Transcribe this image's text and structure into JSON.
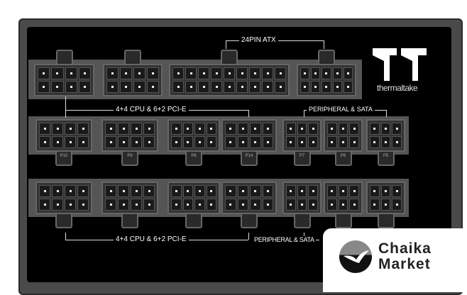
{
  "labels": {
    "atx": "24PIN ATX",
    "cpu_pcie_top": "4+4 CPU & 6+2 PCI-E",
    "peripheral_top": "PERIPHERAL & SATA",
    "cpu_pcie_bottom": "4+4 CPU & 6+2 PCI-E",
    "peripheral_bottom": "PERIPHERAL & SATA"
  },
  "brand": {
    "name": "thermaltake",
    "logo": "TT"
  },
  "port_labels": {
    "middle": [
      "P10",
      "P9",
      "P8",
      "P14",
      "P7",
      "P6",
      "P5"
    ]
  },
  "watermark": {
    "line1": "Chaika",
    "line2": "Market"
  }
}
